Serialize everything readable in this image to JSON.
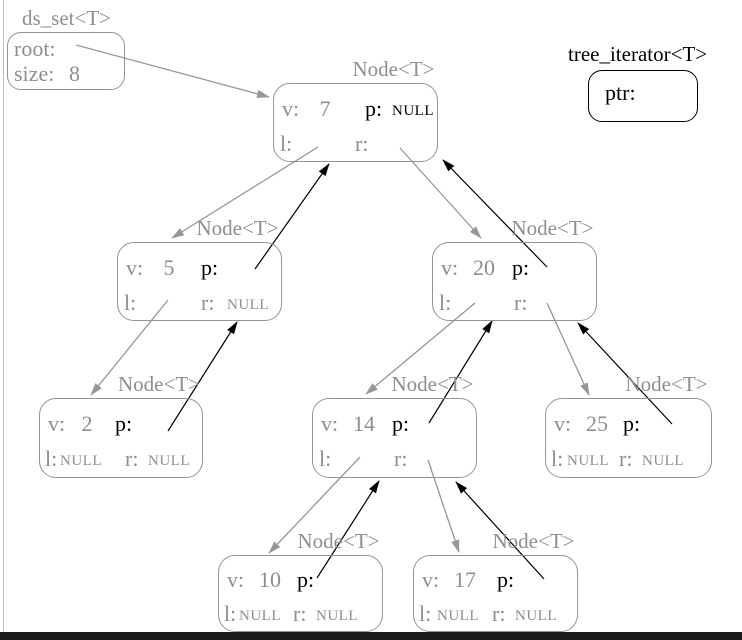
{
  "ds_set": {
    "title": "ds_set<T>",
    "root_label": "root:",
    "size_label": "size:",
    "size_value": "8"
  },
  "iterator": {
    "title": "tree_iterator<T>",
    "ptr_label": "ptr:"
  },
  "node_title": "Node<T>",
  "field_labels": {
    "v": "v:",
    "p": "p:",
    "l": "l:",
    "r": "r:"
  },
  "nodes": [
    {
      "v": "7",
      "p": "NULL",
      "l": "",
      "r": ""
    },
    {
      "v": "5",
      "p": "",
      "l": "",
      "r": "NULL"
    },
    {
      "v": "20",
      "p": "",
      "l": "",
      "r": ""
    },
    {
      "v": "2",
      "p": "",
      "l": "NULL",
      "r": "NULL"
    },
    {
      "v": "14",
      "p": "",
      "l": "",
      "r": ""
    },
    {
      "v": "25",
      "p": "",
      "l": "NULL",
      "r": "NULL"
    },
    {
      "v": "10",
      "p": "",
      "l": "NULL",
      "r": "NULL"
    },
    {
      "v": "17",
      "p": "",
      "l": "NULL",
      "r": "NULL"
    }
  ],
  "colors": {
    "gray": "#8e8e8e",
    "black": "#000000"
  }
}
